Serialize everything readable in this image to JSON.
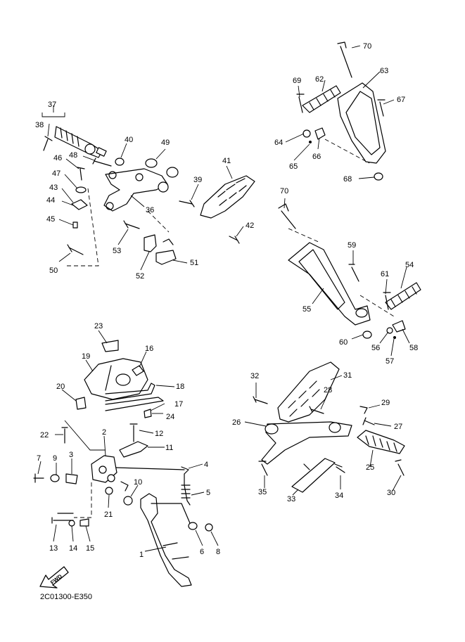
{
  "diagram": {
    "code": "2C01300-E350",
    "fwd_label": "FWD",
    "callouts": [
      {
        "id": "1",
        "label": "1"
      },
      {
        "id": "2",
        "label": "2"
      },
      {
        "id": "3",
        "label": "3"
      },
      {
        "id": "4",
        "label": "4"
      },
      {
        "id": "5",
        "label": "5"
      },
      {
        "id": "6",
        "label": "6"
      },
      {
        "id": "7",
        "label": "7"
      },
      {
        "id": "8",
        "label": "8"
      },
      {
        "id": "9",
        "label": "9"
      },
      {
        "id": "10",
        "label": "10"
      },
      {
        "id": "11",
        "label": "11"
      },
      {
        "id": "12",
        "label": "12"
      },
      {
        "id": "13",
        "label": "13"
      },
      {
        "id": "14",
        "label": "14"
      },
      {
        "id": "15",
        "label": "15"
      },
      {
        "id": "16",
        "label": "16"
      },
      {
        "id": "17",
        "label": "17"
      },
      {
        "id": "18",
        "label": "18"
      },
      {
        "id": "19",
        "label": "19"
      },
      {
        "id": "20",
        "label": "20"
      },
      {
        "id": "21",
        "label": "21"
      },
      {
        "id": "22",
        "label": "22"
      },
      {
        "id": "23",
        "label": "23"
      },
      {
        "id": "24",
        "label": "24"
      },
      {
        "id": "25",
        "label": "25"
      },
      {
        "id": "26",
        "label": "26"
      },
      {
        "id": "27",
        "label": "27"
      },
      {
        "id": "28",
        "label": "28"
      },
      {
        "id": "29",
        "label": "29"
      },
      {
        "id": "30",
        "label": "30"
      },
      {
        "id": "31",
        "label": "31"
      },
      {
        "id": "32",
        "label": "32"
      },
      {
        "id": "33",
        "label": "33"
      },
      {
        "id": "34",
        "label": "34"
      },
      {
        "id": "35",
        "label": "35"
      },
      {
        "id": "36",
        "label": "36"
      },
      {
        "id": "37",
        "label": "37"
      },
      {
        "id": "38",
        "label": "38"
      },
      {
        "id": "39",
        "label": "39"
      },
      {
        "id": "40",
        "label": "40"
      },
      {
        "id": "41",
        "label": "41"
      },
      {
        "id": "42",
        "label": "42"
      },
      {
        "id": "43",
        "label": "43"
      },
      {
        "id": "44",
        "label": "44"
      },
      {
        "id": "45",
        "label": "45"
      },
      {
        "id": "46",
        "label": "46"
      },
      {
        "id": "47",
        "label": "47"
      },
      {
        "id": "48",
        "label": "48"
      },
      {
        "id": "49",
        "label": "49"
      },
      {
        "id": "50",
        "label": "50"
      },
      {
        "id": "51",
        "label": "51"
      },
      {
        "id": "52",
        "label": "52"
      },
      {
        "id": "53",
        "label": "53"
      },
      {
        "id": "54",
        "label": "54"
      },
      {
        "id": "55",
        "label": "55"
      },
      {
        "id": "56",
        "label": "56"
      },
      {
        "id": "57",
        "label": "57"
      },
      {
        "id": "58",
        "label": "58"
      },
      {
        "id": "59",
        "label": "59"
      },
      {
        "id": "60",
        "label": "60"
      },
      {
        "id": "61",
        "label": "61"
      },
      {
        "id": "62",
        "label": "62"
      },
      {
        "id": "63",
        "label": "63"
      },
      {
        "id": "64",
        "label": "64"
      },
      {
        "id": "65",
        "label": "65"
      },
      {
        "id": "66",
        "label": "66"
      },
      {
        "id": "67",
        "label": "67"
      },
      {
        "id": "68",
        "label": "68"
      },
      {
        "id": "69",
        "label": "69"
      },
      {
        "id": "70a",
        "label": "70"
      },
      {
        "id": "70b",
        "label": "70"
      }
    ]
  }
}
